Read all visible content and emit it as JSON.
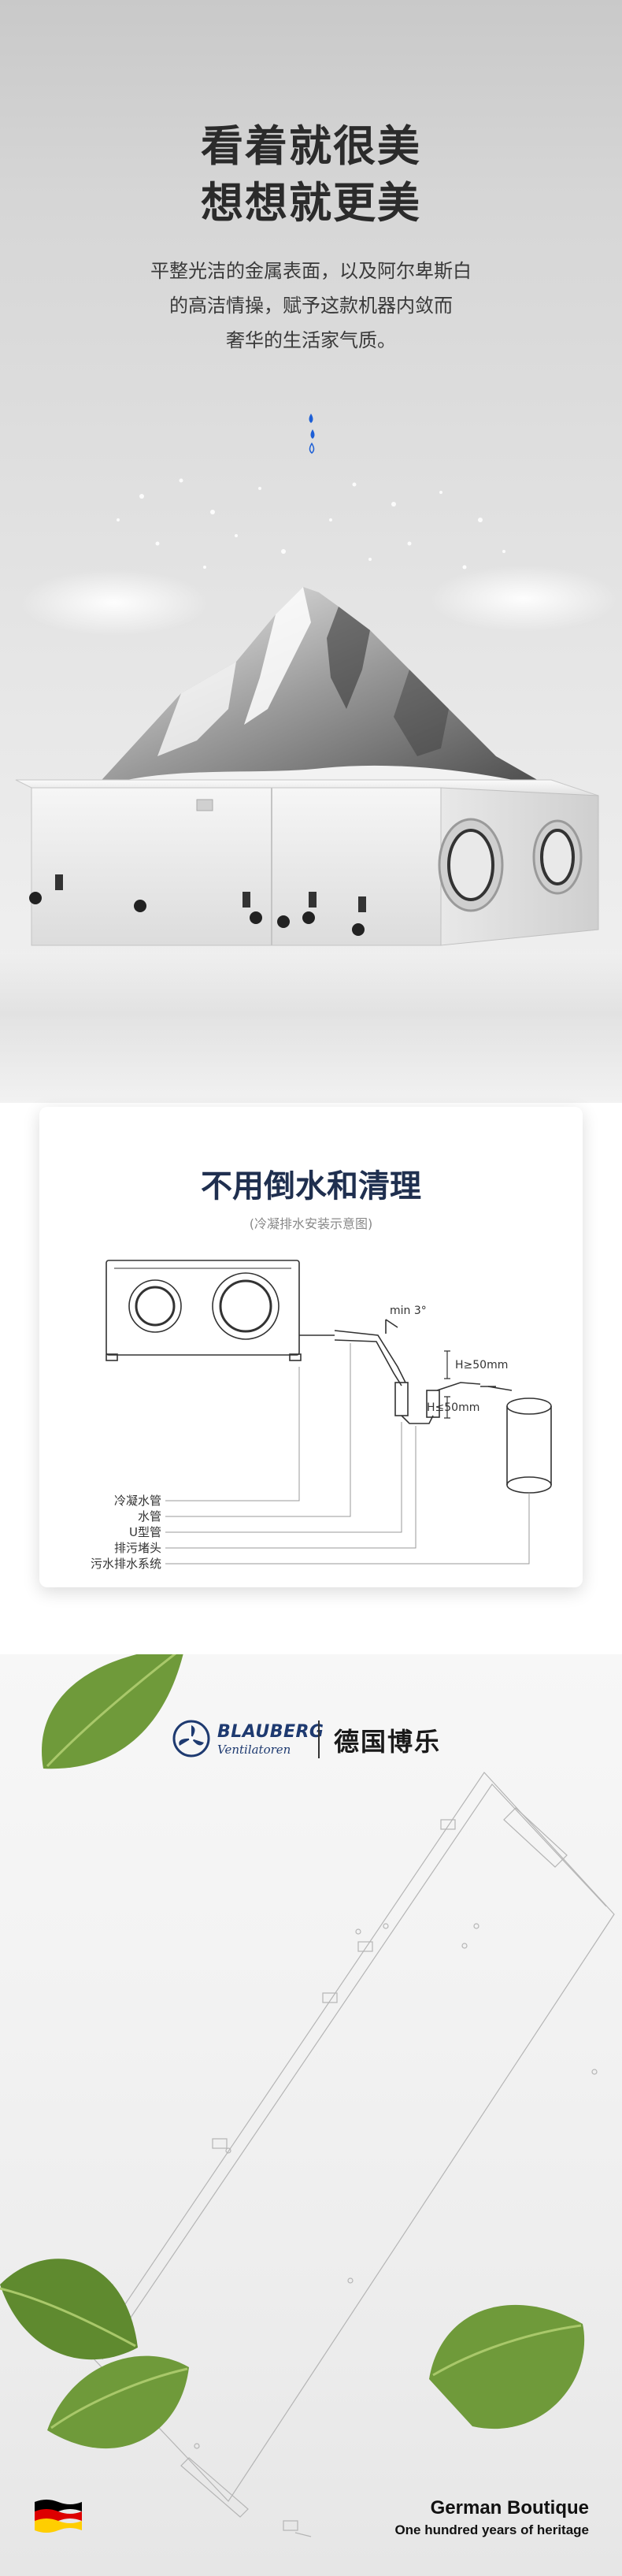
{
  "hero": {
    "title_lines": [
      "看着就很美",
      "想想就更美"
    ],
    "description_lines": [
      "平整光洁的金属表面，以及阿尔卑斯白",
      "的高洁情操，赋予这款机器内敛而",
      "奢华的生活家气质。"
    ]
  },
  "drainage": {
    "title": "不用倒水和清理",
    "subtitle": "(冷凝排水安装示意图)",
    "annotations": {
      "slope": "min 3°",
      "height_top": "H≥50mm",
      "height_bottom": "H≤50mm"
    },
    "legend": [
      "冷凝水管",
      "水管",
      "U型管",
      "排污堵头",
      "污水排水系统"
    ]
  },
  "brand": {
    "logo_name": "BLAUBERG",
    "logo_tagline": "Ventilatoren",
    "name_cn": "德国博乐",
    "footer_title": "German Boutique",
    "footer_tagline": "One hundred years of heritage"
  },
  "colors": {
    "title_navy": "#1f2f4f",
    "brand_blue": "#1e3a70",
    "leaf_green": "#6f9a3a",
    "flag_black": "#000000",
    "flag_red": "#dd0000",
    "flag_gold": "#ffce00"
  }
}
